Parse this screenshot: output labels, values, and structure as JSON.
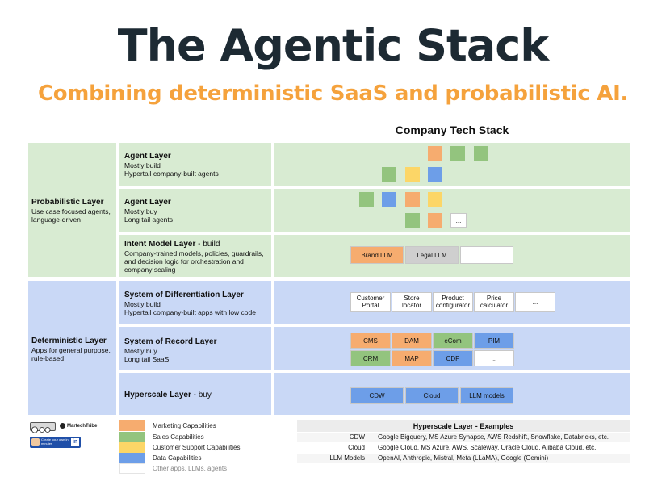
{
  "title": "The Agentic Stack",
  "subtitle": "Combining deterministic SaaS and probabilistic AI.",
  "stack_heading": "Company Tech Stack",
  "groups": [
    {
      "name": "Probabilistic Layer",
      "desc": "Use case focused agents, language-driven"
    },
    {
      "name": "Deterministic Layer",
      "desc": "Apps for general purpose, rule-based"
    }
  ],
  "layers": [
    {
      "name": "Agent Layer",
      "desc1": "Mostly build",
      "desc2": "Hypertail company-built agents"
    },
    {
      "name": "Agent Layer",
      "desc1": "Mostly buy",
      "desc2": "Long tail agents"
    },
    {
      "name": "Intent Model Layer",
      "suffix": " - build",
      "desc1": "Company-trained models, policies, guardrails,",
      "desc2": "and decision logic for orchestration and",
      "desc3": "company scaling"
    },
    {
      "name": "System of Differentiation Layer",
      "desc1": "Mostly build",
      "desc2": "Hypertail company-built apps with low code"
    },
    {
      "name": "System of Record Layer",
      "desc1": "Mostly buy",
      "desc2": "Long tail SaaS"
    },
    {
      "name": "Hyperscale Layer",
      "suffix": " - buy"
    }
  ],
  "boxes": {
    "ellipsis": "...",
    "intent": [
      "Brand LLM",
      "Legal LLM",
      "..."
    ],
    "differentiation": [
      [
        "Customer",
        "Portal"
      ],
      [
        "Store",
        "locator"
      ],
      [
        "Product",
        "configurator"
      ],
      [
        "Price",
        "calculator"
      ],
      [
        "..."
      ]
    ],
    "record_row1": [
      "CMS",
      "DAM",
      "eCom",
      "PIM"
    ],
    "record_row2": [
      "CRM",
      "MAP",
      "CDP",
      "..."
    ],
    "hyperscale": [
      "CDW",
      "Cloud",
      "LLM models"
    ]
  },
  "legend": [
    {
      "label": "Marketing Capabilities",
      "color": "#f6ac6f"
    },
    {
      "label": "Sales Capabilities",
      "color": "#93c47e"
    },
    {
      "label": "Customer Support Capabilities",
      "color": "#fcd667"
    },
    {
      "label": "Data Capabilities",
      "color": "#6d9ee8"
    },
    {
      "label": "Other apps, LLMs, agents",
      "color": "#ffffff"
    }
  ],
  "examples": {
    "title": "Hyperscale Layer - Examples",
    "rows": [
      {
        "key": "CDW",
        "value": "Google Bigquery, MS Azure Synapse, AWS Redshift, Snowflake, Databricks, etc."
      },
      {
        "key": "Cloud",
        "value": "Google Cloud, MS Azure, AWS, Scaleway, Oracle Cloud, Alibaba Cloud, etc."
      },
      {
        "key": "LLM Models",
        "value": "OpenAI, Anthropic, Mistral, Meta (LLaMA), Google (Gemini)"
      }
    ]
  },
  "branding": {
    "logo": "MartechTribe",
    "badge_line1": "Create your own in",
    "badge_line2": "minutes",
    "social": "in"
  },
  "colors": {
    "title": "#1d2a33",
    "subtitle": "#f5a23c",
    "green_band": "#d8ebd2",
    "blue_band": "#c9d8f6",
    "marketing": "#f6ac6f",
    "sales": "#93c47e",
    "support": "#fcd667",
    "data": "#6d9ee8",
    "other": "#cfcfcf"
  }
}
